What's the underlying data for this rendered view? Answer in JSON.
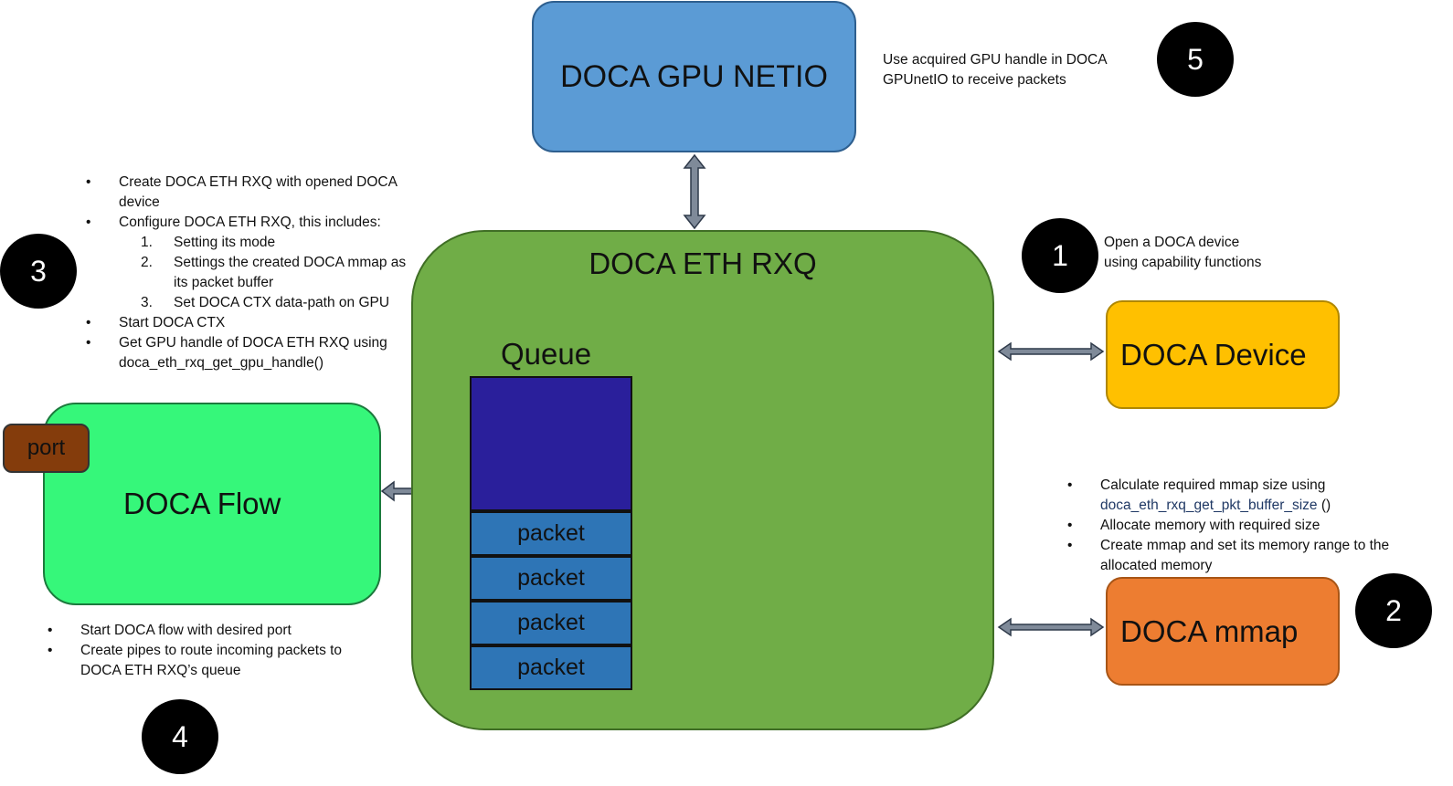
{
  "nodes": {
    "gpu_netio": "DOCA GPU NETIO",
    "eth_rxq": "DOCA ETH RXQ",
    "queue": "Queue",
    "packets": [
      "packet",
      "packet",
      "packet",
      "packet"
    ],
    "device": "DOCA Device",
    "mmap": "DOCA mmap",
    "flow": "DOCA Flow",
    "port": "port"
  },
  "steps": {
    "step1": {
      "number": "1",
      "lines": [
        "Open a DOCA device",
        "using capability functions"
      ]
    },
    "step2": {
      "number": "2",
      "bullets": [
        "Calculate required mmap size using",
        "Allocate memory with required size",
        "Create mmap and set its memory range to the",
        "allocated memory"
      ],
      "func": "doca_eth_rxq_get_pkt_buffer_size",
      "func_suffix": " ()"
    },
    "step3": {
      "number": "3",
      "bullets": [
        "Create DOCA ETH RXQ with opened DOCA",
        "device",
        "Configure DOCA ETH RXQ, this includes:",
        "Start DOCA CTX",
        "Get GPU handle of DOCA ETH RXQ using",
        "doca_eth_rxq_get_gpu_handle()"
      ],
      "substeps": [
        {
          "n": "1.",
          "text": "Setting its mode"
        },
        {
          "n": "2.",
          "text": "Settings the created DOCA mmap as"
        },
        {
          "n": "",
          "text": "its packet buffer"
        },
        {
          "n": "3.",
          "text": "Set DOCA CTX data-path on GPU"
        }
      ]
    },
    "step4": {
      "number": "4",
      "bullets": [
        "Start DOCA flow with desired port",
        "Create pipes to route incoming packets to",
        "DOCA ETH RXQ’s queue"
      ]
    },
    "step5": {
      "number": "5",
      "lines": [
        "Use acquired GPU handle in DOCA",
        "GPUnetIO to receive packets"
      ]
    }
  },
  "colors": {
    "gpu_netio": "#5b9bd5",
    "eth_rxq": "#70ad47",
    "queue_head": "#2a1f9b",
    "packet": "#2e75b6",
    "device": "#ffc000",
    "mmap": "#ed7d31",
    "flow": "#36f77a",
    "port": "#843c0c",
    "arrow": "#7f8a99"
  }
}
